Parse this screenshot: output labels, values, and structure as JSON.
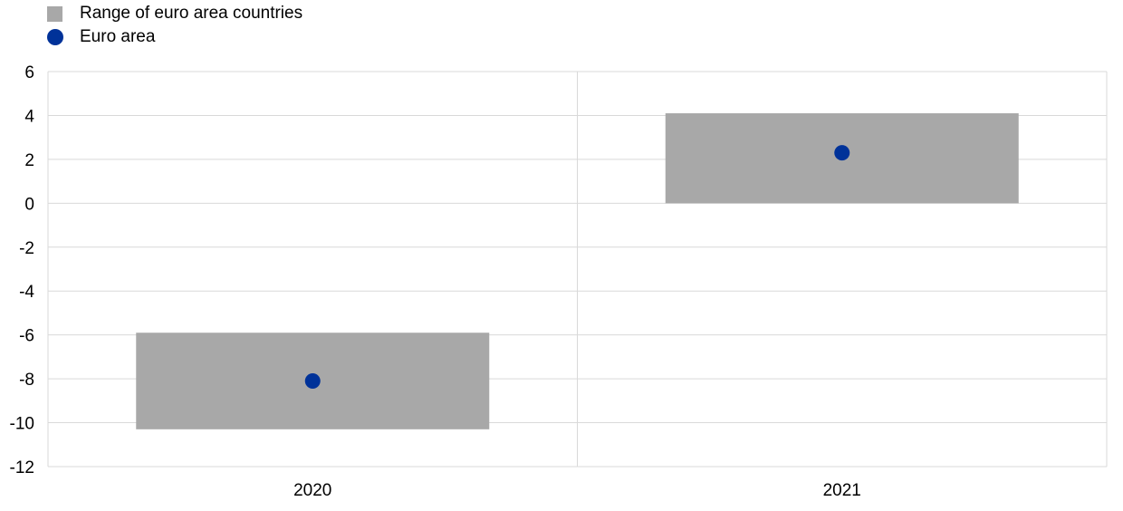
{
  "chart_data": {
    "type": "range-dot",
    "title": "",
    "xlabel": "",
    "ylabel": "",
    "categories": [
      "2020",
      "2021"
    ],
    "ylim": [
      -12,
      6
    ],
    "yticks": [
      6,
      4,
      2,
      0,
      -2,
      -4,
      -6,
      -8,
      -10,
      -12
    ],
    "grid": true,
    "legend_position": "top-left",
    "series": [
      {
        "name": "Range of euro area countries",
        "kind": "range",
        "color": "#a8a8a8",
        "low": [
          -10.3,
          0.0
        ],
        "high": [
          -5.9,
          4.1
        ]
      },
      {
        "name": "Euro area",
        "kind": "point",
        "color": "#003299",
        "values": [
          -8.1,
          2.3
        ]
      }
    ]
  }
}
